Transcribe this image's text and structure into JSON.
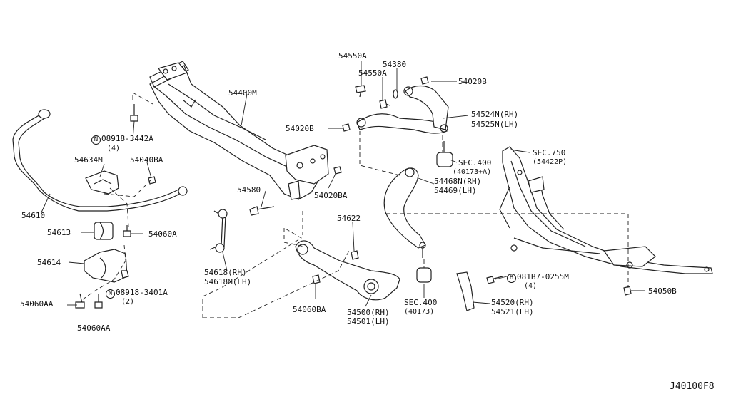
{
  "diagram_code": "J40100F8",
  "part_labels": {
    "p54400M": "54400M",
    "p08918_3442A": "08918-3442A",
    "p08918_3442A_qty": "(4)",
    "p54634M": "54634M",
    "p54040BA": "54040BA",
    "p54610": "54610",
    "p54613": "54613",
    "p54060A": "54060A",
    "p54614": "54614",
    "p08918_3401A": "08918-3401A",
    "p08918_3401A_qty": "(2)",
    "p54060AA_1": "54060AA",
    "p54060AA_2": "54060AA",
    "p54580": "54580",
    "p54618_rh": "54618(RH)",
    "p54618M_lh": "54618M(LH)",
    "p54550A_1": "54550A",
    "p54550A_2": "54550A",
    "p54380": "54380",
    "p54020B_1": "54020B",
    "p54020B_2": "54020B",
    "p54524N_rh": "54524N(RH)",
    "p54525N_lh": "54525N(LH)",
    "p54020BA": "54020BA",
    "sec400_a": "SEC.400",
    "sec400_a_sub": "(40173+A)",
    "sec750": "SEC.750",
    "sec750_sub": "(54422P)",
    "p54468N_rh": "54468N(RH)",
    "p54469_lh": "54469(LH)",
    "p54622": "54622",
    "p54060BA": "54060BA",
    "p54500_rh": "54500(RH)",
    "p54501_lh": "54501(LH)",
    "sec400_b": "SEC.400",
    "sec400_b_sub": "(40173)",
    "p081B7_0255M": "081B7-0255M",
    "p081B7_0255M_qty": "(4)",
    "p54520_rh": "54520(RH)",
    "p54521_lh": "54521(LH)",
    "p54050B": "54050B"
  },
  "symbols": {
    "n_symbol": "N",
    "b_symbol": "B"
  }
}
